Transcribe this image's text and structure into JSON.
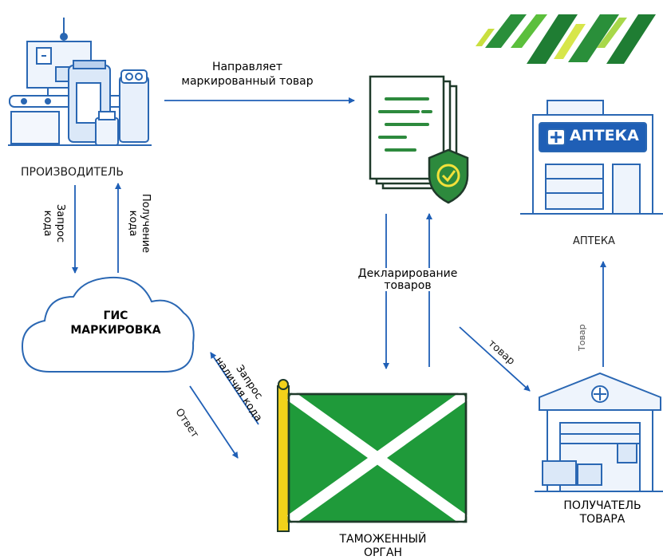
{
  "colors": {
    "accent_blue": "#1f5fb6",
    "icon_blue": "#2a67b3",
    "flag_green": "#1f9a3a",
    "flag_pole": "#f2d21a",
    "shield_green": "#2d8a3d"
  },
  "nodes": {
    "producer": "ПРОИЗВОДИТЕЛЬ",
    "gis_line1": "ГИС",
    "gis_line2": "МАРКИРОВКА",
    "pharmacy_caption": "АПТЕКА",
    "pharmacy_sign": "АПТЕКА",
    "receiver_line1": "ПОЛУЧАТЕЛЬ",
    "receiver_line2": "ТОВАРА",
    "customs_line1": "ТАМОЖЕННЫЙ",
    "customs_line2": "ОРГАН"
  },
  "edges": {
    "ships_line1": "Направляет",
    "ships_line2": "маркированный товар",
    "code_request_line1": "Запрос",
    "code_request_line2": "кода",
    "code_receive_line1": "Получение",
    "code_receive_line2": "кода",
    "declaration_line1": "Декларирование",
    "declaration_line2": "товаров",
    "goods": "товар",
    "goods_cap": "Товар",
    "availability_line1": "Запрос",
    "availability_line2": "наличия кода",
    "answer": "Ответ"
  },
  "icons": [
    "factory-icon",
    "document-shield-icon",
    "pharmacy-icon",
    "cloud-icon",
    "customs-flag-icon",
    "warehouse-icon",
    "brand-stripes-icon"
  ]
}
